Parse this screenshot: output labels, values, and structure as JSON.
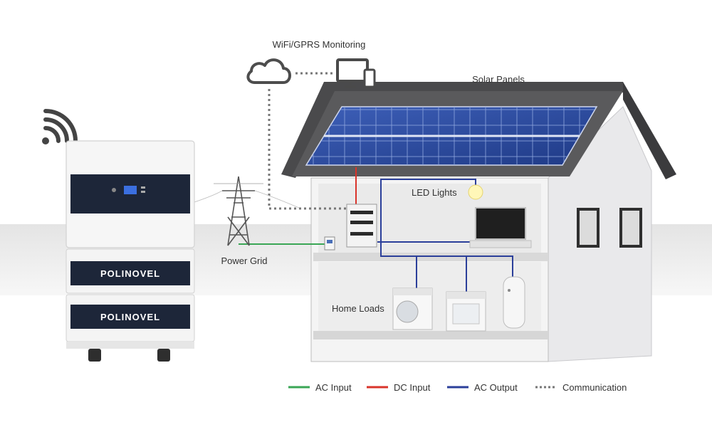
{
  "labels": {
    "monitoring": "WiFi/GPRS Monitoring",
    "solar_panels": "Solar Panels",
    "led_lights": "LED Lights",
    "power_grid": "Power Grid",
    "home_loads": "Home Loads"
  },
  "battery": {
    "brand": "POLINOVEL"
  },
  "legend": [
    {
      "label": "AC Input",
      "color": "#3aa655",
      "style": "solid"
    },
    {
      "label": "DC Input",
      "color": "#d9342b",
      "style": "solid"
    },
    {
      "label": "AC Output",
      "color": "#2b3f9a",
      "style": "solid"
    },
    {
      "label": "Communication",
      "color": "#777777",
      "style": "dotted"
    }
  ],
  "icons": [
    "wifi-icon",
    "cloud-icon",
    "monitor-icon",
    "phone-icon",
    "power-tower-icon",
    "led-bulb-icon",
    "tv-icon",
    "washing-machine-icon",
    "dryer-icon",
    "water-heater-icon"
  ]
}
